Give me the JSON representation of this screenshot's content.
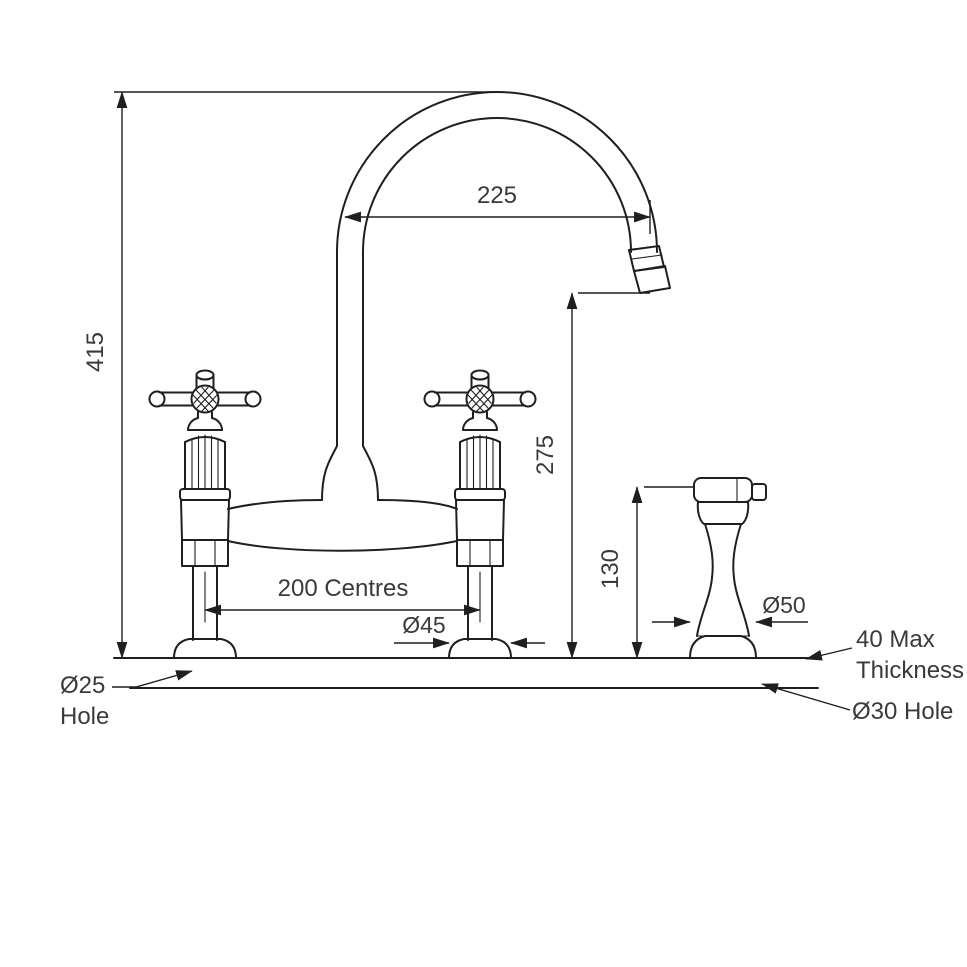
{
  "drawing": {
    "labels": {
      "dim_spout_reach": "225",
      "dim_total_height": "415",
      "dim_spout_height": "275",
      "dim_spray_height": "130",
      "dim_tap_centres": "200 Centres",
      "dim_base_diameter": "Ø45",
      "dim_spray_base_diameter": "Ø50",
      "note_max_thickness_line1": "40 Max",
      "note_max_thickness_line2": "Thickness",
      "note_left_hole_line1": "Ø25",
      "note_left_hole_line2": "Hole",
      "note_right_hole": "Ø30 Hole"
    },
    "colors": {
      "line": "#1f1f1f",
      "text": "#3a3a3a",
      "background": "#ffffff"
    }
  }
}
